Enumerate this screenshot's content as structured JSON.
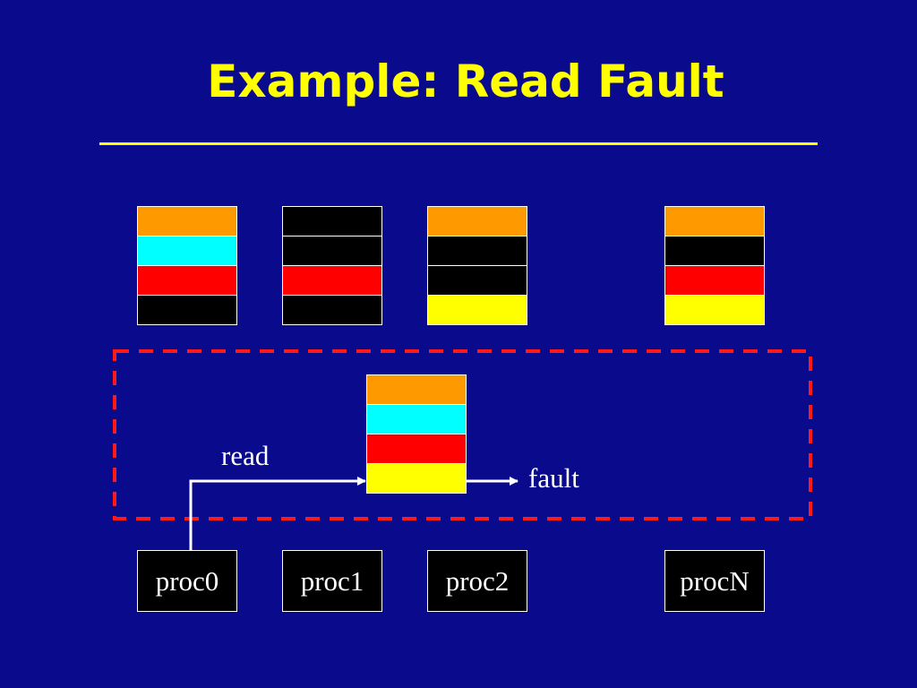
{
  "slide": {
    "title": "Example: Read Fault",
    "title_color": "#ffff00",
    "background_color": "#0a0a8c"
  },
  "colors": {
    "orange": "#ff9900",
    "cyan": "#00ffff",
    "red": "#ff0000",
    "black": "#000000",
    "yellow": "#ffff00",
    "dashed_border": "#ff1a1a",
    "arrow": "#ffffff"
  },
  "local_caches": [
    {
      "blocks": [
        "orange",
        "cyan",
        "red",
        "black"
      ]
    },
    {
      "blocks": [
        "black",
        "black",
        "red",
        "black"
      ]
    },
    {
      "blocks": [
        "orange",
        "black",
        "black",
        "yellow"
      ]
    },
    {
      "blocks": [
        "orange",
        "black",
        "red",
        "yellow"
      ]
    }
  ],
  "shared_memory": {
    "blocks": [
      "orange",
      "cyan",
      "red",
      "yellow"
    ]
  },
  "processors": [
    "proc0",
    "proc1",
    "proc2",
    "procN"
  ],
  "labels": {
    "read": "read",
    "fault": "fault"
  }
}
